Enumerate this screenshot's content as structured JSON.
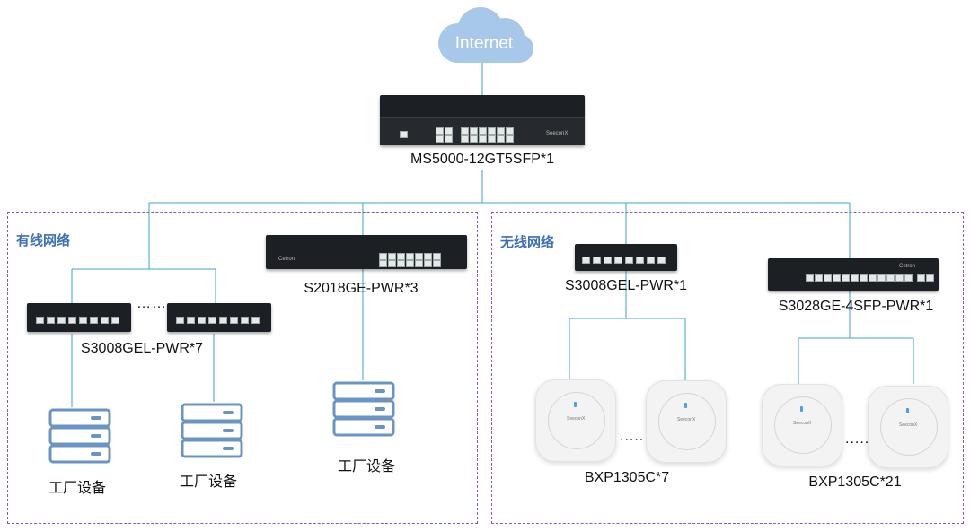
{
  "cloud": {
    "label": "Internet",
    "color": "#a8c8ea"
  },
  "core_switch": {
    "label": "MS5000-12GT5SFP*1",
    "brand": "SeeconX"
  },
  "wired_zone": {
    "title": "有线网络",
    "s3008_label": "S3008GEL-PWR*7",
    "s3008_dots": "……",
    "s2018_label": "S2018GE-PWR*3",
    "s2018_brand": "Cetron",
    "device_label_1": "工厂设备",
    "device_label_2": "工厂设备",
    "device_label_3": "工厂设备"
  },
  "wireless_zone": {
    "title": "无线网络",
    "s3008_label": "S3008GEL-PWR*1",
    "s3028_label": "S3028GE-4SFP-PWR*1",
    "s3028_brand": "Cetron",
    "ap_group1_label": "BXP1305C*7",
    "ap_group2_label": "BXP1305C*21",
    "ap_dots": ".....",
    "ap_text": "SeeconX"
  },
  "colors": {
    "link": "#63b8d8",
    "zone_border": "#8a5aa8",
    "zone_title": "#3b6fb6",
    "icon": "#6a94c4"
  }
}
